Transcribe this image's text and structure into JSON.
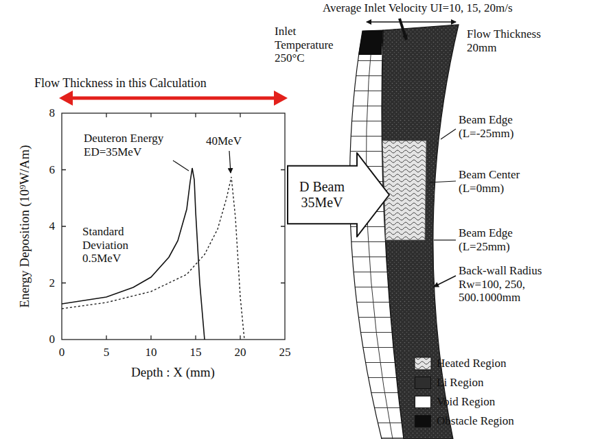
{
  "diagram": {
    "nodes": [
      {
        "text": [
          "D Beam 35MeV"
        ]
      }
    ],
    "labels": [
      "Average Inlet Velocity UI=10, 15, 20m/s",
      "Inlet Temperature 250°C",
      "Flow Thickness 20mm",
      "Flow Thickness in this Calculation",
      "Energy Deposition (10⁹W/Am)",
      "Deuteron Energy ED=35MeV",
      "40MeV",
      "Standard Deviation 0.5MeV",
      "0",
      "2",
      "4",
      "6",
      "8",
      "0",
      "5",
      "10",
      "15",
      "20",
      "25",
      "Depth : X (mm)",
      "Beam Edge (L=-25mm)",
      "Beam Center (L=0mm)",
      "Beam Edge (L=25mm)",
      "Back-wall Radius Rw=100, 250, 500.1000mm"
    ],
    "legend": [
      {
        "text": "Heated Region"
      },
      {
        "text": "Li Region",
        "color": "#2e2e2e"
      },
      {
        "text": "Void Region",
        "color": "#ffffff"
      },
      {
        "text": "Obstacle Region",
        "color": "#0d0d0d"
      }
    ]
  }
}
